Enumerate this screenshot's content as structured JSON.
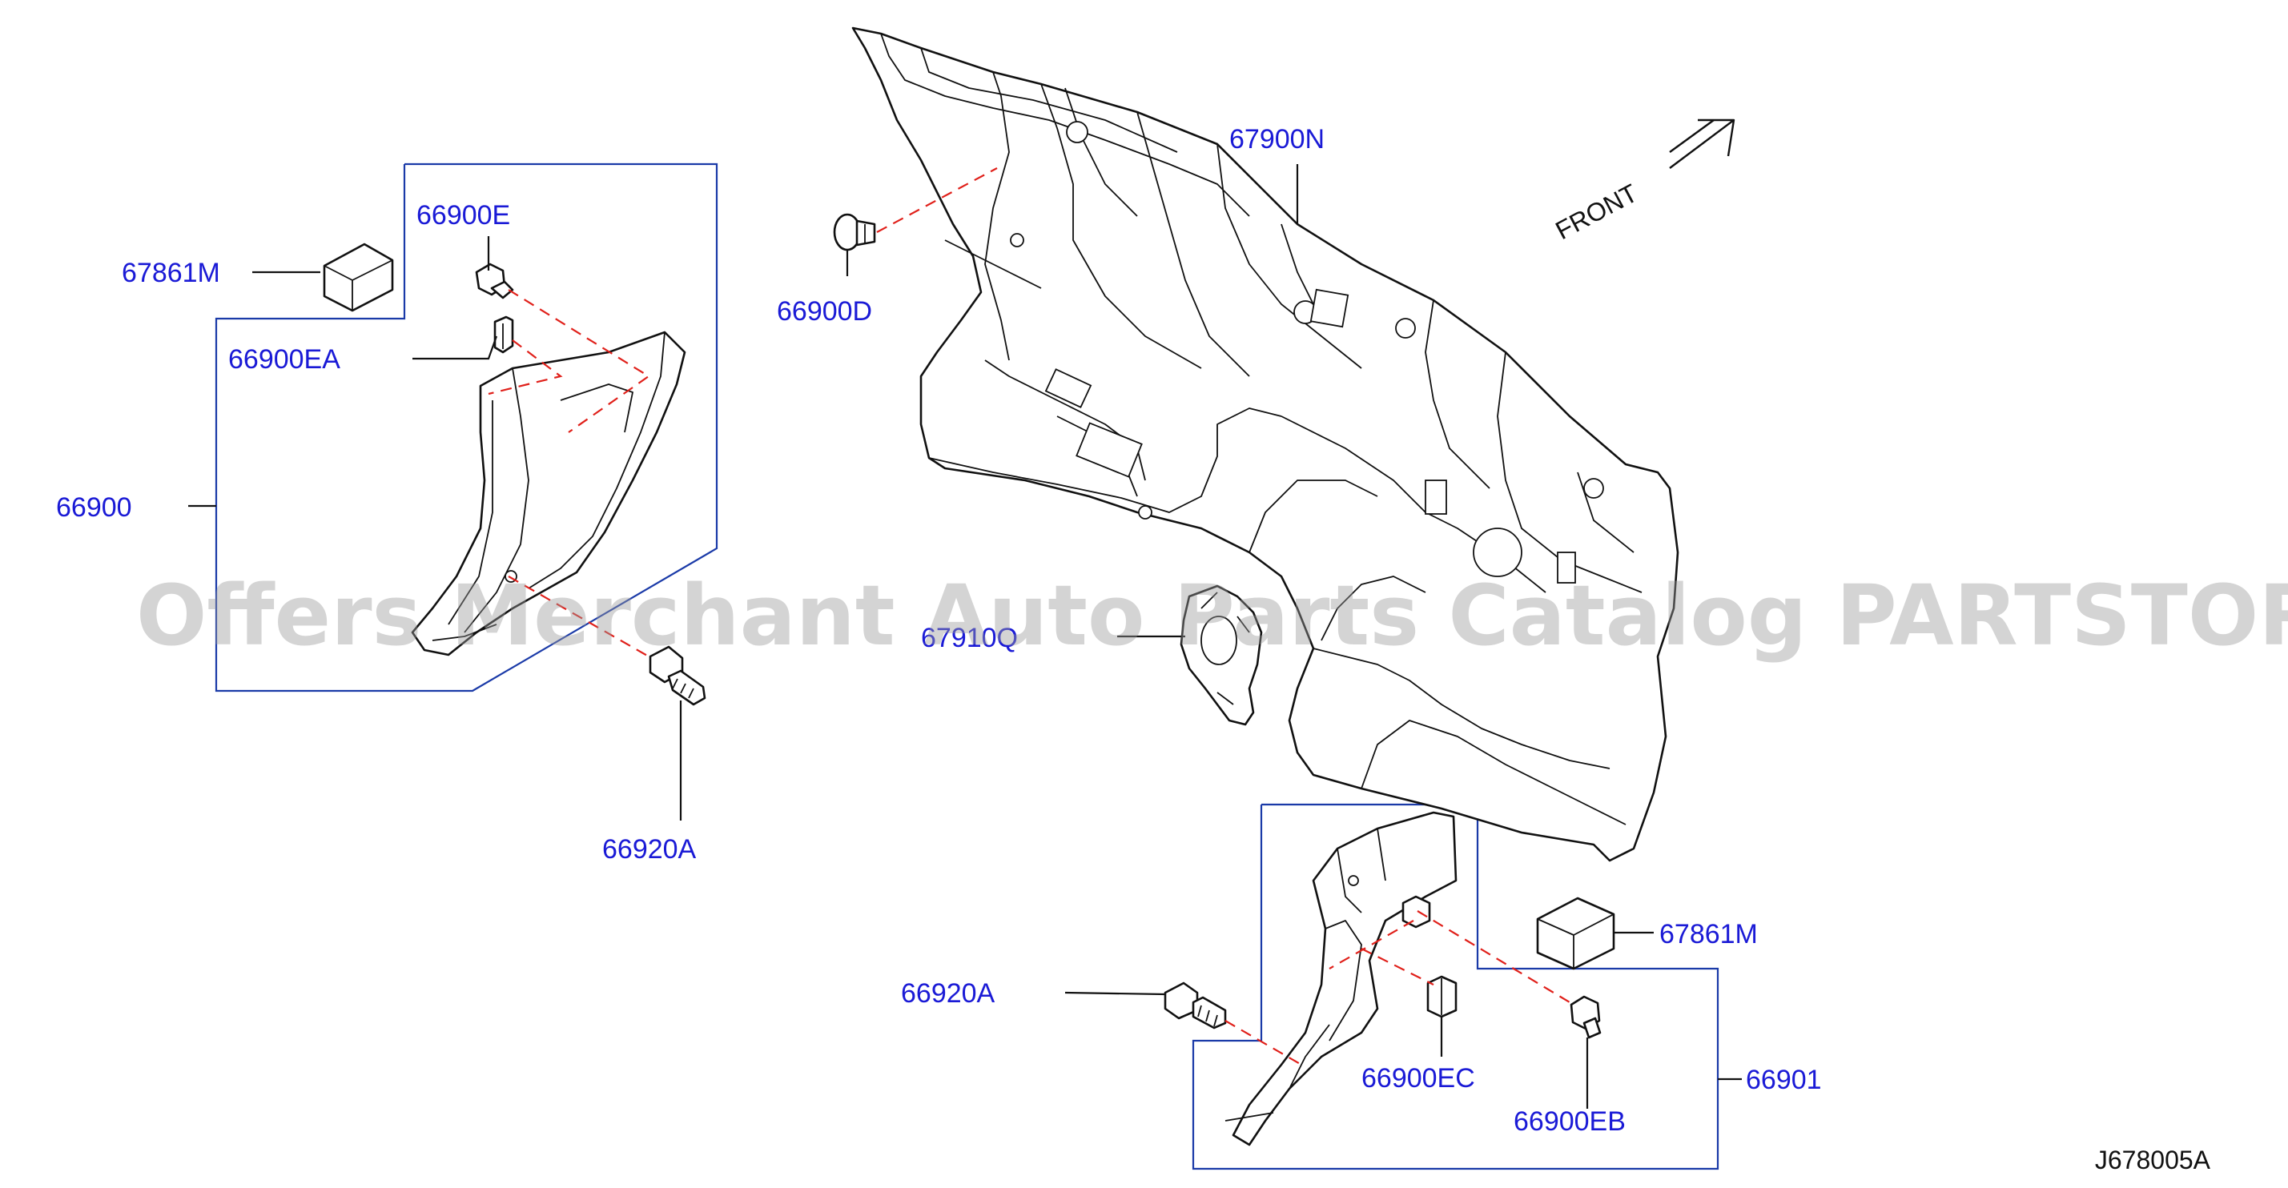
{
  "diagram": {
    "reference_code": "J678005A",
    "direction_label": "FRONT",
    "watermark": "Offers Merchant Auto Parts Catalog PARTSTORE.SA",
    "colors": {
      "label_text": "#1a1ad6",
      "group_box": "#1a3aa8",
      "assembly_dash": "#e0201a",
      "line_art": "#111111"
    },
    "parts": {
      "dash_panel": "67900N",
      "grommet": "67910Q",
      "clip_panel": "66900D",
      "insulator_left": "67861M",
      "insulator_right": "67861M",
      "clip_left": "66900E",
      "clip_left_a": "66900EA",
      "side_trim_left": "66900",
      "bolt_left": "66920A",
      "bolt_right": "66920A",
      "clip_right_c": "66900EC",
      "clip_right_b": "66900EB",
      "side_trim_right": "66901"
    }
  }
}
